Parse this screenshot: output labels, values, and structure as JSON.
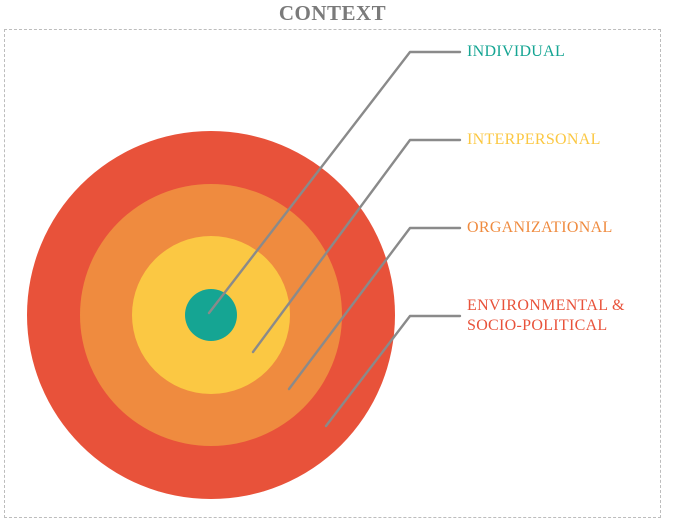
{
  "title": "CONTEXT",
  "colors": {
    "title": "#7a7a7a",
    "leader": "#8a8a8a",
    "frame": "#bdbdbd"
  },
  "layers": [
    {
      "id": "individual",
      "lines": [
        "INDIVIDUAL"
      ],
      "color": "#15a593",
      "text_color": "#15a593"
    },
    {
      "id": "interpersonal",
      "lines": [
        "INTERPERSONAL"
      ],
      "color": "#fbc843",
      "text_color": "#fbc843"
    },
    {
      "id": "organizational",
      "lines": [
        "ORGANIZATIONAL"
      ],
      "color": "#ef8b3f",
      "text_color": "#ef8b3f"
    },
    {
      "id": "environmental",
      "lines": [
        "ENVIRONMENTAL &",
        "SOCIO-POLITICAL"
      ],
      "color": "#e8523a",
      "text_color": "#e8523a"
    }
  ]
}
